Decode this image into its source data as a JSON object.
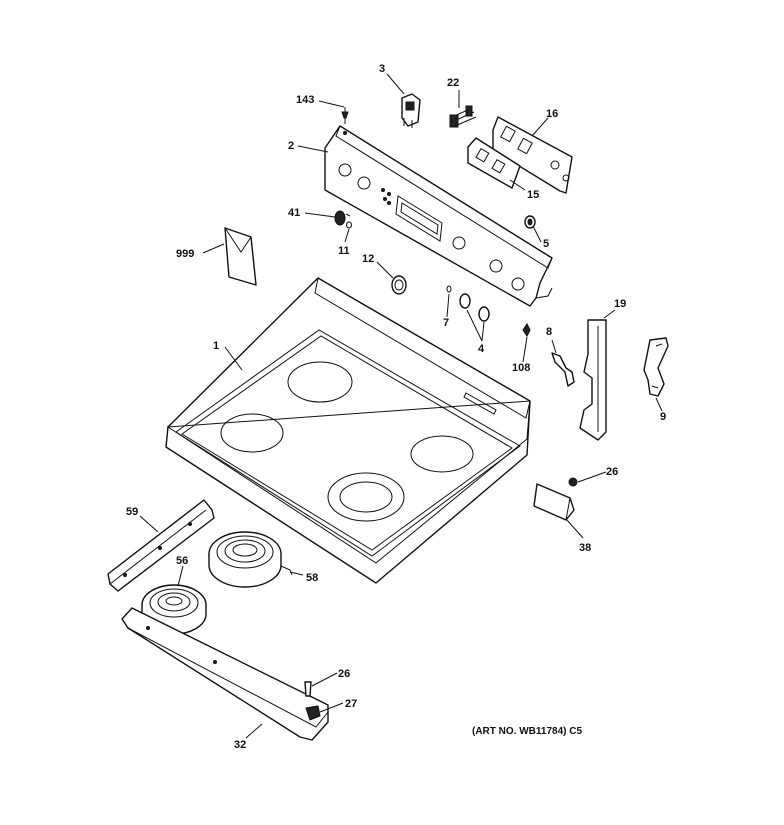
{
  "callouts": {
    "c1": "1",
    "c2": "2",
    "c3": "3",
    "c4": "4",
    "c5": "5",
    "c7": "7",
    "c8": "8",
    "c9": "9",
    "c11": "11",
    "c12": "12",
    "c15": "15",
    "c16": "16",
    "c19": "19",
    "c22": "22",
    "c26a": "26",
    "c26b": "26",
    "c27": "27",
    "c32": "32",
    "c38": "38",
    "c41": "41",
    "c56": "56",
    "c58": "58",
    "c59": "59",
    "c108": "108",
    "c143": "143",
    "c999": "999"
  },
  "art_number": "(ART NO. WB11784) C5"
}
